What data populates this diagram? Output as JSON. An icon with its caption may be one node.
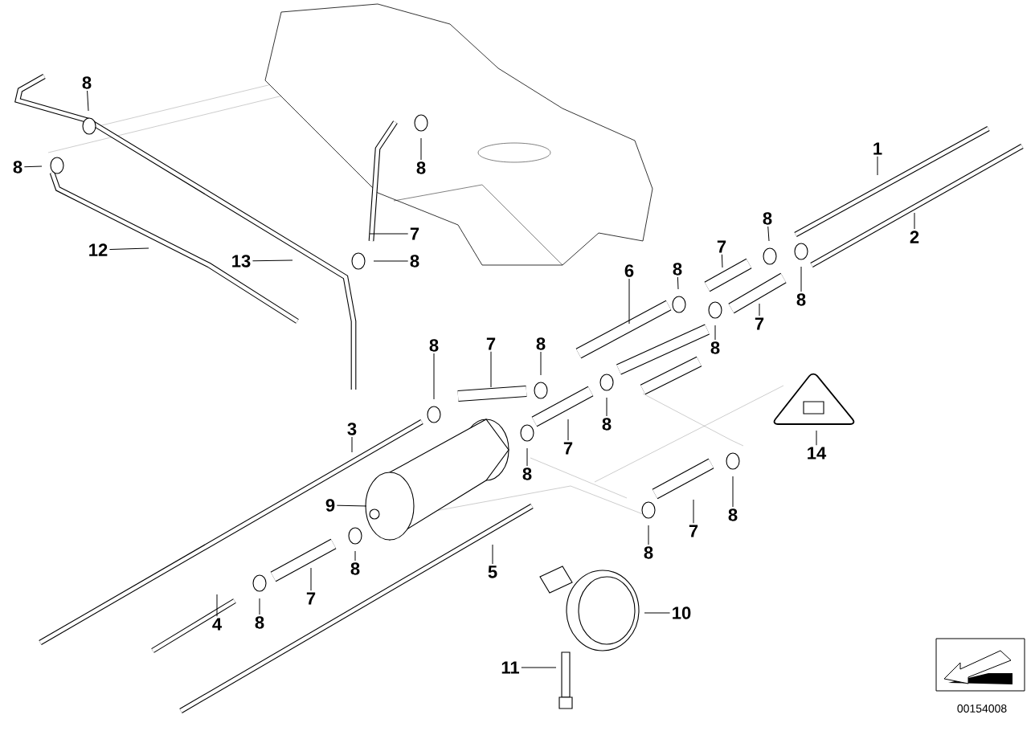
{
  "diagram": {
    "nodes": [
      {
        "text": [
          "8"
        ]
      },
      {
        "text": [
          "8"
        ]
      },
      {
        "text": [
          "8"
        ]
      },
      {
        "text": [
          "1"
        ]
      },
      {
        "text": [
          "8"
        ]
      },
      {
        "text": [
          "7"
        ]
      },
      {
        "text": [
          "2"
        ]
      },
      {
        "text": [
          "7"
        ]
      },
      {
        "text": [
          "12"
        ]
      },
      {
        "text": [
          "13"
        ]
      },
      {
        "text": [
          "8"
        ]
      },
      {
        "text": [
          "8"
        ]
      },
      {
        "text": [
          "6"
        ]
      },
      {
        "text": [
          "8"
        ]
      },
      {
        "text": [
          "7"
        ]
      },
      {
        "text": [
          "8"
        ]
      },
      {
        "text": [
          "7"
        ]
      },
      {
        "text": [
          "8"
        ]
      },
      {
        "text": [
          "8"
        ]
      },
      {
        "text": [
          "8"
        ]
      },
      {
        "text": [
          "3"
        ]
      },
      {
        "text": [
          "7"
        ]
      },
      {
        "text": [
          "14"
        ]
      },
      {
        "text": [
          "8"
        ]
      },
      {
        "text": [
          "9"
        ]
      },
      {
        "text": [
          "8"
        ]
      },
      {
        "text": [
          "7"
        ]
      },
      {
        "text": [
          "8"
        ]
      },
      {
        "text": [
          "8"
        ]
      },
      {
        "text": [
          "5"
        ]
      },
      {
        "text": [
          "7"
        ]
      },
      {
        "text": [
          "10"
        ]
      },
      {
        "text": [
          "8"
        ]
      },
      {
        "text": [
          "4"
        ]
      },
      {
        "text": [
          "11"
        ]
      }
    ],
    "edges": [
      {
        "from": 0,
        "to": null,
        "arrow": "none"
      },
      {
        "from": 1,
        "to": null,
        "arrow": "none"
      },
      {
        "from": 2,
        "to": null,
        "arrow": "none"
      },
      {
        "from": 3,
        "to": null,
        "arrow": "none"
      },
      {
        "from": 4,
        "to": null,
        "arrow": "none"
      },
      {
        "from": 5,
        "to": null,
        "arrow": "none"
      },
      {
        "from": 6,
        "to": null,
        "arrow": "none"
      },
      {
        "from": 7,
        "to": null,
        "arrow": "none"
      },
      {
        "from": 8,
        "to": null,
        "arrow": "none"
      },
      {
        "from": 9,
        "to": null,
        "arrow": "none"
      },
      {
        "from": 10,
        "to": null,
        "arrow": "none"
      },
      {
        "from": 11,
        "to": null,
        "arrow": "none"
      },
      {
        "from": 12,
        "to": null,
        "arrow": "none"
      },
      {
        "from": 13,
        "to": null,
        "arrow": "none"
      },
      {
        "from": 14,
        "to": null,
        "arrow": "none"
      },
      {
        "from": 15,
        "to": null,
        "arrow": "none"
      },
      {
        "from": 16,
        "to": null,
        "arrow": "none"
      },
      {
        "from": 17,
        "to": null,
        "arrow": "none"
      },
      {
        "from": 18,
        "to": null,
        "arrow": "none"
      },
      {
        "from": 19,
        "to": null,
        "arrow": "none"
      },
      {
        "from": 20,
        "to": null,
        "arrow": "none"
      },
      {
        "from": 21,
        "to": null,
        "arrow": "none"
      },
      {
        "from": 22,
        "to": null,
        "arrow": "none"
      },
      {
        "from": 23,
        "to": null,
        "arrow": "none"
      },
      {
        "from": 24,
        "to": null,
        "arrow": "none"
      },
      {
        "from": 25,
        "to": null,
        "arrow": "none"
      },
      {
        "from": 26,
        "to": null,
        "arrow": "none"
      },
      {
        "from": 27,
        "to": null,
        "arrow": "none"
      },
      {
        "from": 28,
        "to": null,
        "arrow": "none"
      },
      {
        "from": 29,
        "to": null,
        "arrow": "none"
      },
      {
        "from": 30,
        "to": null,
        "arrow": "none"
      },
      {
        "from": 31,
        "to": null,
        "arrow": "none"
      },
      {
        "from": 32,
        "to": null,
        "arrow": "none"
      },
      {
        "from": 33,
        "to": null,
        "arrow": "none"
      },
      {
        "from": 34,
        "to": null,
        "arrow": "none"
      }
    ],
    "labels": [
      "00154008"
    ]
  }
}
